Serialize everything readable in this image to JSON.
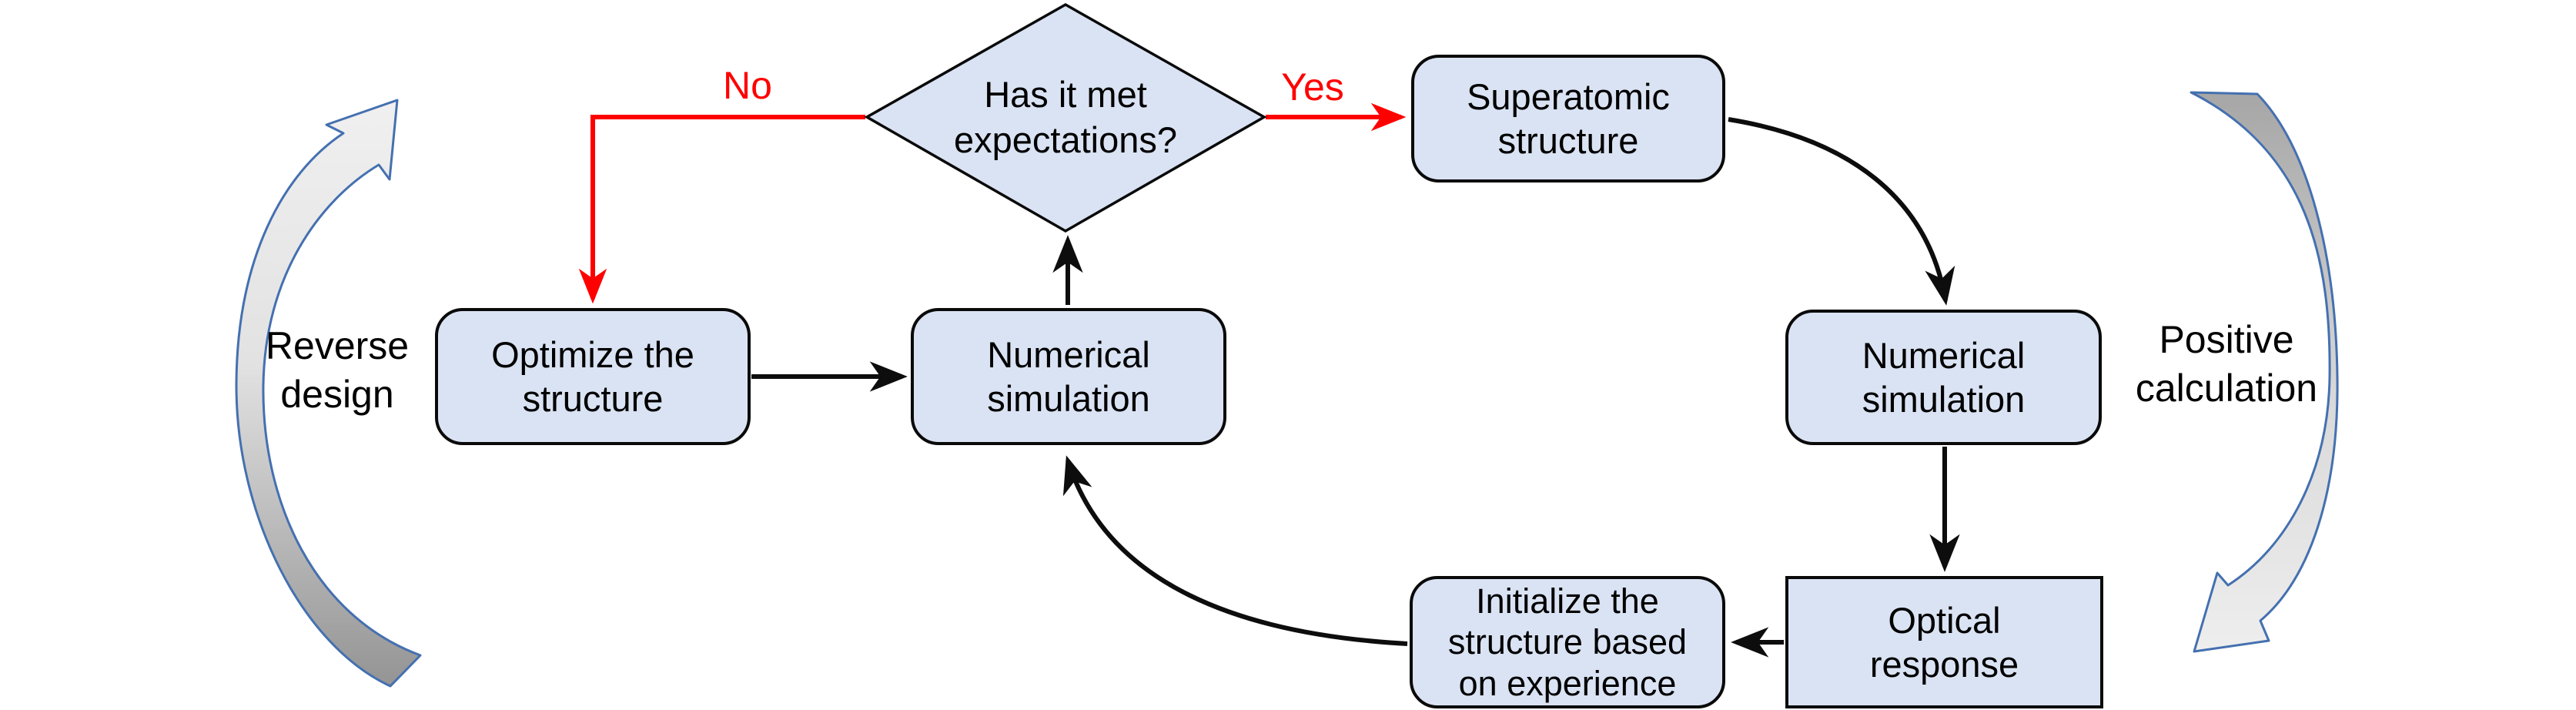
{
  "flowchart": {
    "decision": {
      "label": "Has it met\nexpectations?"
    },
    "labels": {
      "no": "No",
      "yes": "Yes",
      "reverse": "Reverse\ndesign",
      "positive": "Positive\ncalculation"
    },
    "nodes": {
      "optimize": {
        "label": "Optimize the\nstructure"
      },
      "numsim_left": {
        "label": "Numerical\nsimulation"
      },
      "superatomic": {
        "label": "Superatomic\nstructure"
      },
      "numsim_right": {
        "label": "Numerical\nsimulation"
      },
      "optical": {
        "label": "Optical\nresponse"
      },
      "initialize": {
        "label": "Initialize the\nstructure based\non experience"
      }
    },
    "colors": {
      "node_fill": "#dae3f3",
      "node_border": "#0a0a0a",
      "red_accent": "#ff0000",
      "black_arrow": "#0d0d0d",
      "swoosh_outline": "#4470b0",
      "swoosh_gray_light": "#ececec",
      "swoosh_gray_dark": "#9a9a9a"
    }
  }
}
